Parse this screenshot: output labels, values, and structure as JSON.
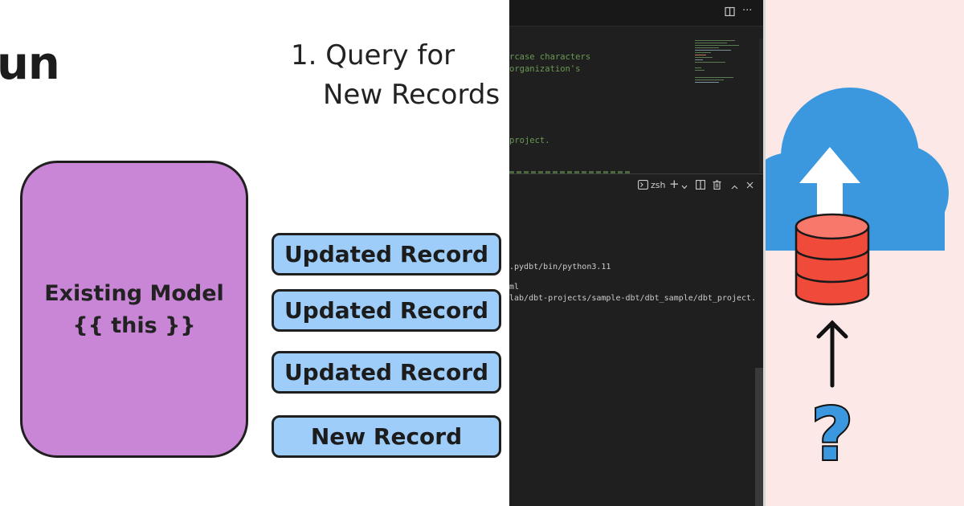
{
  "diagram": {
    "title_fragment": "un",
    "step_line1": "1. Query for",
    "step_line2": "New Records",
    "model_label_line1": "Existing Model",
    "model_label_line2": "{{ this }}",
    "records": [
      "Updated Record",
      "Updated Record",
      "Updated Record",
      "New Record"
    ],
    "colors": {
      "model_fill": "#ca86d6",
      "record_fill": "#9dcdf8"
    }
  },
  "editor": {
    "code_lines": [
      "rcase characters",
      "organization's",
      "project."
    ],
    "terminal": {
      "shell_label": "zsh",
      "lines": [
        ".pydbt/bin/python3.11",
        "ml",
        "lab/dbt-projects/sample-dbt/dbt_sample/dbt_project."
      ]
    },
    "icons": [
      "split-editor-icon",
      "more-icon",
      "terminal-icon",
      "plus-icon",
      "chevron-down-icon",
      "split-terminal-icon",
      "trash-icon",
      "chevron-up-icon",
      "close-icon"
    ]
  },
  "illustration": {
    "symbol": "?",
    "colors": {
      "cloud": "#3b98de",
      "database": "#f04a3b",
      "background": "#fde8e8",
      "question": "#3b98de"
    }
  }
}
